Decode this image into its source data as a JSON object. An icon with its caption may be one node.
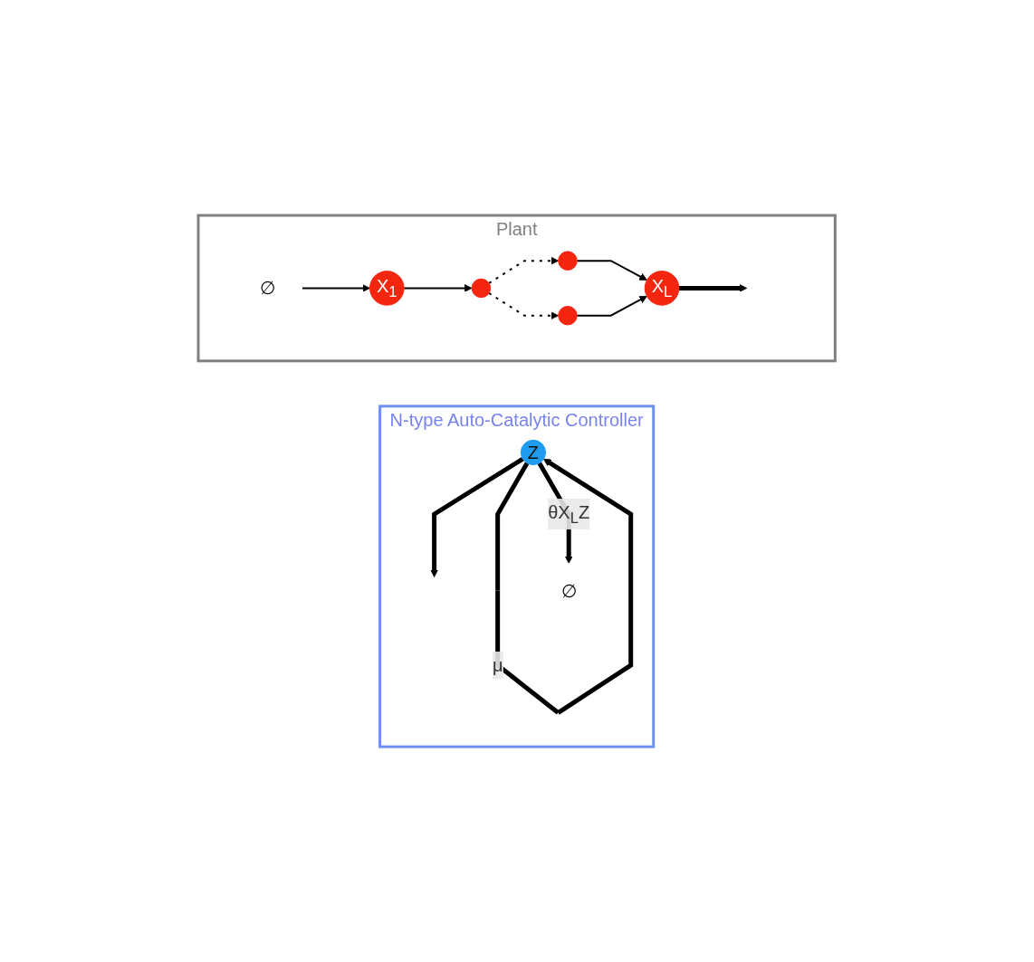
{
  "diagram": {
    "nodes": [
      {
        "text": [
          "Plant"
        ]
      },
      {
        "text": [
          "∅"
        ],
        "in": 0
      },
      {
        "text": [
          "X$_{1}$"
        ],
        "in": 0
      },
      {
        "text": [],
        "shape": "circle",
        "in": 0
      },
      {
        "text": [],
        "shape": "circle",
        "in": 0
      },
      {
        "text": [],
        "shape": "circle",
        "in": 0
      },
      {
        "text": [
          "X$_{L}$"
        ],
        "in": 0
      },
      {
        "text": [
          "N-type Auto-Catalytic Controller"
        ]
      },
      {
        "text": [
          "Z"
        ],
        "in": 7
      },
      {
        "text": [
          "∅"
        ],
        "in": 7
      }
    ],
    "edges": [
      {
        "from": 1,
        "to": 2,
        "arrow": "to"
      },
      {
        "from": 2,
        "to": 3,
        "arrow": "to"
      },
      {
        "from": 3,
        "to": 4,
        "arrow": "to",
        "style": "dashed"
      },
      {
        "from": 3,
        "to": 5,
        "arrow": "to",
        "style": "dashed"
      },
      {
        "from": 4,
        "to": 6,
        "arrow": "to"
      },
      {
        "from": 5,
        "to": 6,
        "arrow": "to"
      },
      {
        "from": 6,
        "to": null,
        "arrow": "to",
        "style": "thick"
      },
      {
        "from": 8,
        "to": 8,
        "arrow": "to",
        "label": "μ",
        "style": "thick"
      },
      {
        "from": 8,
        "to": null,
        "arrow": "to",
        "style": "thick"
      },
      {
        "from": 8,
        "to": 9,
        "arrow": "to",
        "label": "θX$_{L}$Z",
        "style": "thick"
      }
    ]
  }
}
